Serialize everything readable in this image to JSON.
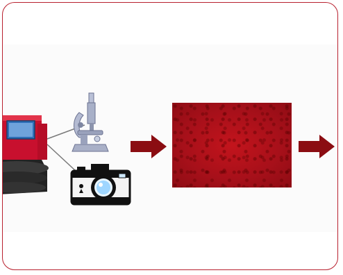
{
  "figure": {
    "steps": [
      "sample-reader-instrument",
      "microscope",
      "camera",
      "captured-red-image",
      "next-step-arrow"
    ]
  },
  "icons": {
    "instrument": "plate-reader-icon",
    "microscope": "microscope-icon",
    "camera": "camera-icon",
    "arrows": "arrow-right-icon"
  },
  "colors": {
    "border": "#b8202e",
    "arrow": "#8b0d12",
    "image_red": "#b0121b",
    "instrument_red": "#c8102e",
    "screen_blue": "#2f6fb8"
  }
}
